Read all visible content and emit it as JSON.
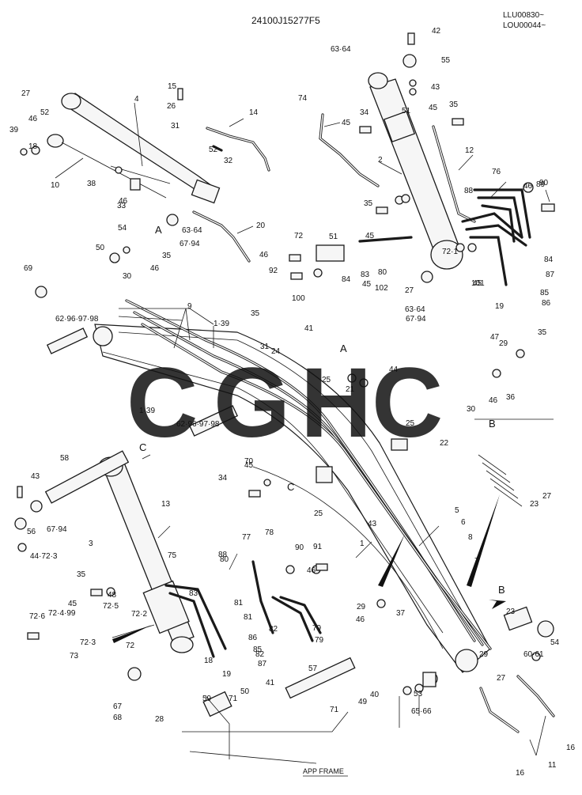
{
  "header": {
    "drawing_number": "24100J15277F5",
    "serial_range_1": "LLU00830~",
    "serial_range_2": "LOU00044~"
  },
  "footer": {
    "app_frame_label": "APP FRAME"
  },
  "watermark": {
    "text": "CGHC",
    "letters": [
      "C",
      "G",
      "H",
      "C"
    ],
    "colors": [
      "#3b82f6",
      "#ef4444",
      "#facc15",
      "#16a34a"
    ]
  },
  "callouts": {
    "A": "A",
    "B": "B",
    "C": "C"
  },
  "labels": [
    "1",
    "2",
    "3",
    "4",
    "5",
    "6",
    "7",
    "8",
    "9",
    "10",
    "11",
    "12",
    "13",
    "14",
    "15",
    "16",
    "16",
    "18",
    "18",
    "19",
    "19",
    "20",
    "21",
    "22",
    "23",
    "23",
    "24",
    "25",
    "25",
    "25",
    "26",
    "27",
    "27",
    "27",
    "27",
    "28",
    "29",
    "29",
    "29",
    "30",
    "30",
    "31",
    "31",
    "32",
    "33",
    "34",
    "34",
    "35",
    "35",
    "35",
    "35",
    "35",
    "35",
    "36",
    "37",
    "38",
    "39",
    "40",
    "41",
    "41",
    "42",
    "43",
    "43",
    "43",
    "44",
    "44·72·3",
    "45",
    "45",
    "45",
    "45",
    "45",
    "45",
    "45",
    "46",
    "46",
    "46",
    "46",
    "46",
    "46",
    "46",
    "46",
    "47",
    "48",
    "49",
    "50",
    "50",
    "51",
    "51",
    "52",
    "52",
    "53",
    "54",
    "54",
    "55",
    "56",
    "57",
    "58",
    "59",
    "62·96·97·98",
    "62·96·97·98",
    "63·64",
    "67·94",
    "63·64",
    "67·94",
    "63·64",
    "67·94",
    "67",
    "68",
    "69",
    "70",
    "71",
    "71",
    "72",
    "72",
    "72·1",
    "72·2",
    "72·3",
    "72·4·99",
    "72·5",
    "72·6",
    "73",
    "74",
    "75",
    "76",
    "77",
    "78",
    "79",
    "79",
    "80",
    "80",
    "81",
    "81",
    "82",
    "82",
    "83",
    "83",
    "84",
    "84",
    "85",
    "85",
    "86",
    "86",
    "87",
    "87",
    "88",
    "88",
    "89",
    "90",
    "90",
    "91",
    "92",
    "100",
    "101",
    "102",
    "1·39",
    "1·39",
    "60·61",
    "65·66"
  ]
}
